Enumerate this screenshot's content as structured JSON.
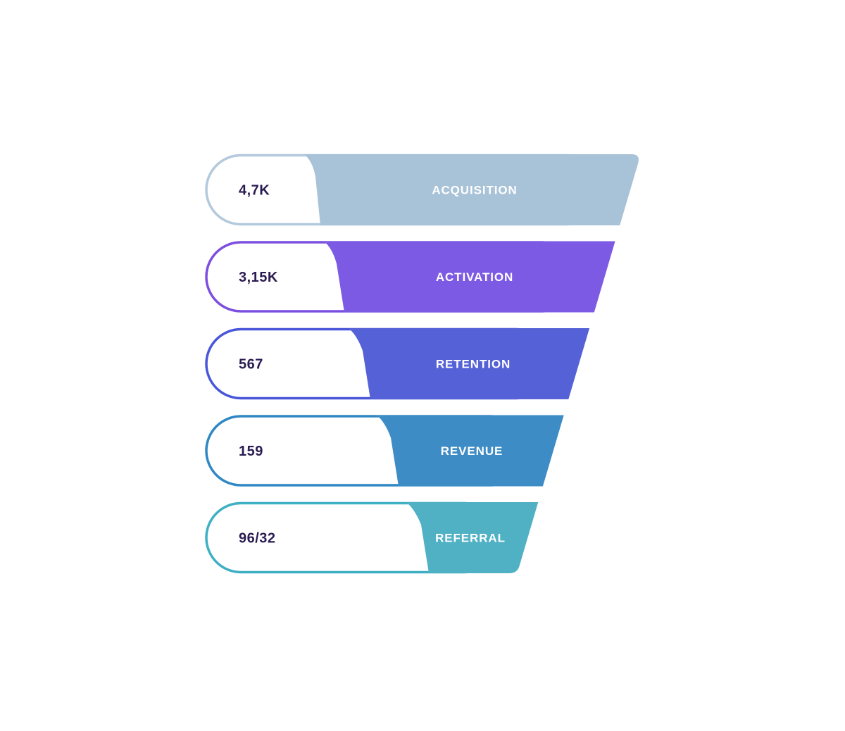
{
  "page": {
    "background_color": "#ffffff"
  },
  "funnel": {
    "value_text_color": "#2a1b52",
    "label_text_color": "#ffffff",
    "stages": [
      {
        "label": "ACQUISITION",
        "value": "4,7K",
        "color": "#a8c2d8",
        "border_color": "#b3c9dc"
      },
      {
        "label": "ACTIVATION",
        "value": "3,15K",
        "color": "#7d5ae4",
        "border_color": "#7c4fe0"
      },
      {
        "label": "RETENTION",
        "value": "567",
        "color": "#5561d6",
        "border_color": "#4956da"
      },
      {
        "label": "REVENUE",
        "value": "159",
        "color": "#3e8cc6",
        "border_color": "#2f87c3"
      },
      {
        "label": "REFERRAL",
        "value": "96/32",
        "color": "#50b1c4",
        "border_color": "#3fb0c4"
      }
    ]
  },
  "chart_data": {
    "type": "funnel",
    "title": "",
    "categories": [
      "ACQUISITION",
      "ACTIVATION",
      "RETENTION",
      "REVENUE",
      "REFERRAL"
    ],
    "values_displayed": [
      "4,7K",
      "3,15K",
      "567",
      "159",
      "96/32"
    ],
    "values_numeric_approx": [
      4700,
      3150,
      567,
      159,
      96
    ],
    "colors": [
      "#a8c2d8",
      "#7d5ae4",
      "#5561d6",
      "#3e8cc6",
      "#50b1c4"
    ],
    "legend": "none",
    "orientation": "top-wide-to-bottom-narrow"
  }
}
